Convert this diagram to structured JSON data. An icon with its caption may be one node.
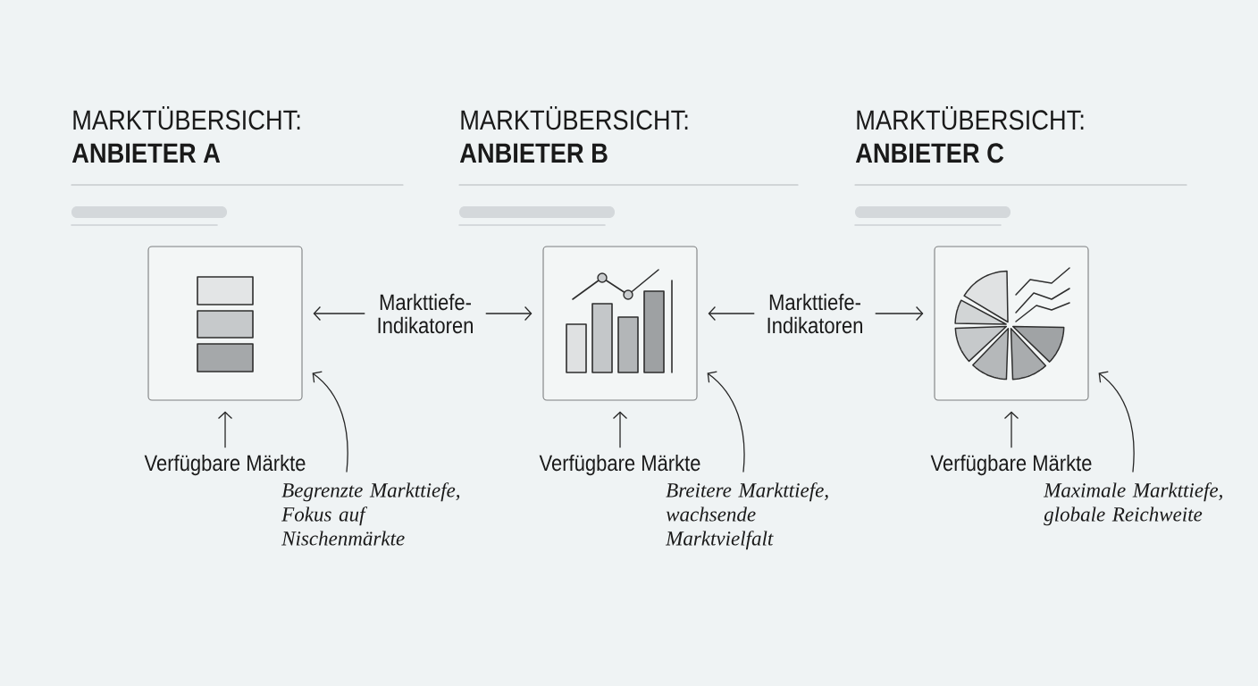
{
  "diagram": {
    "nodes": [
      {
        "text": [],
        "shape": "picture"
      },
      {
        "text": [
          "Markttiefe- Indikatoren"
        ]
      },
      {
        "text": [],
        "shape": "picture"
      },
      {
        "text": [
          "Markttiefe- Indikatoren"
        ]
      },
      {
        "text": [],
        "shape": "picture"
      },
      {
        "text": [
          "Verfügbare Märkte"
        ]
      },
      {
        "text": [
          "Begrenzte Markttiefe, Fokus auf Nischenmärkte"
        ]
      },
      {
        "text": [
          "Verfügbare Märkte"
        ]
      },
      {
        "text": [
          "Breitere Markttiefe, wachsende Marktvielfalt"
        ]
      },
      {
        "text": [
          "Verfügbare Märkte"
        ]
      },
      {
        "text": [
          "Maximale Markttiefe, globale Reichweite"
        ]
      }
    ],
    "edges": [
      {
        "from": 1,
        "to": 0,
        "arrow": "to"
      },
      {
        "from": 1,
        "to": 2,
        "arrow": "to"
      },
      {
        "from": 3,
        "to": 2,
        "arrow": "to"
      },
      {
        "from": 3,
        "to": 4,
        "arrow": "to"
      },
      {
        "from": 5,
        "to": 0,
        "arrow": "to"
      },
      {
        "from": 6,
        "to": 0,
        "arrow": "to"
      },
      {
        "from": 7,
        "to": 2,
        "arrow": "to"
      },
      {
        "from": 8,
        "to": 2,
        "arrow": "to"
      },
      {
        "from": 9,
        "to": 4,
        "arrow": "to"
      },
      {
        "from": 10,
        "to": 4,
        "arrow": "to"
      }
    ],
    "labels": [
      "MARKTÜBERSICHT:",
      "ANBIETER A",
      "MARKTÜBERSICHT:",
      "ANBIETER B",
      "MARKTÜBERSICHT:",
      "ANBIETER C"
    ]
  }
}
